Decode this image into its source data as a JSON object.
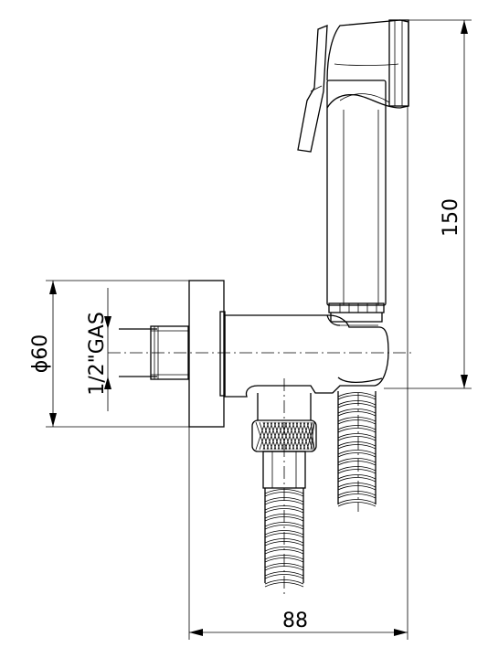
{
  "dimensions": {
    "height": "150",
    "width": "88",
    "diameter": "ϕ60",
    "thread": "1/2\"GAS"
  }
}
